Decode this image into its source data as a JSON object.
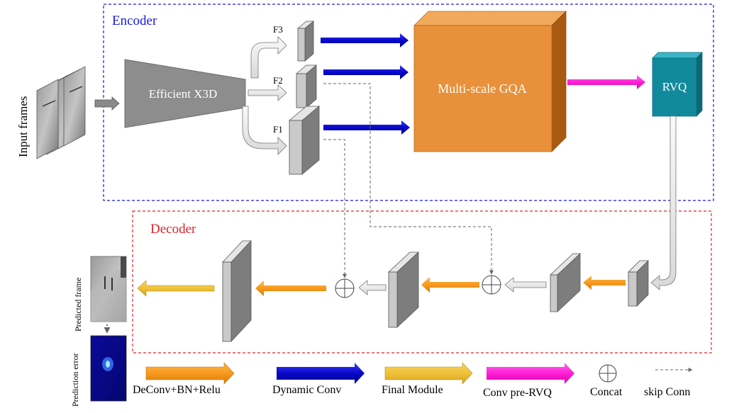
{
  "encoder": {
    "title": "Encoder",
    "input_label": "Input frames",
    "backbone_label": "Efficient X3D",
    "feature_labels": [
      "F3",
      "F2",
      "F1"
    ],
    "gqa_label": "Multi-scale GQA",
    "rvq_label": "RVQ"
  },
  "decoder": {
    "title": "Decoder",
    "predicted_frame_label": "Predicted frame",
    "prediction_error_label": "Prediction error"
  },
  "legend": [
    {
      "name": "deconv",
      "label": "DeConv+BN+Relu",
      "color": "#f7a33b"
    },
    {
      "name": "dynamic-conv",
      "label": "Dynamic Conv",
      "color": "#0b0bd6"
    },
    {
      "name": "final-module",
      "label": "Final Module",
      "color": "#efc13a"
    },
    {
      "name": "conv-pre-rvq",
      "label": "Conv pre-RVQ",
      "color": "#ff1fd6"
    },
    {
      "name": "concat",
      "label": "Concat"
    },
    {
      "name": "skip-conn",
      "label": "skip Conn"
    }
  ],
  "colors": {
    "encoder_border": "#1a1adb",
    "decoder_border": "#e0242a",
    "encoder_title": "#1a1adb",
    "decoder_title": "#e0242a",
    "gqa_fill": "#e8913a",
    "rvq_fill": "#128a9e",
    "backbone_fill": "#8d8d8d",
    "orange_arrow": "#f79a1e",
    "blue_arrow": "#0b0bd6",
    "gold_arrow": "#efc13a",
    "magenta_arrow": "#ff1fd6"
  }
}
